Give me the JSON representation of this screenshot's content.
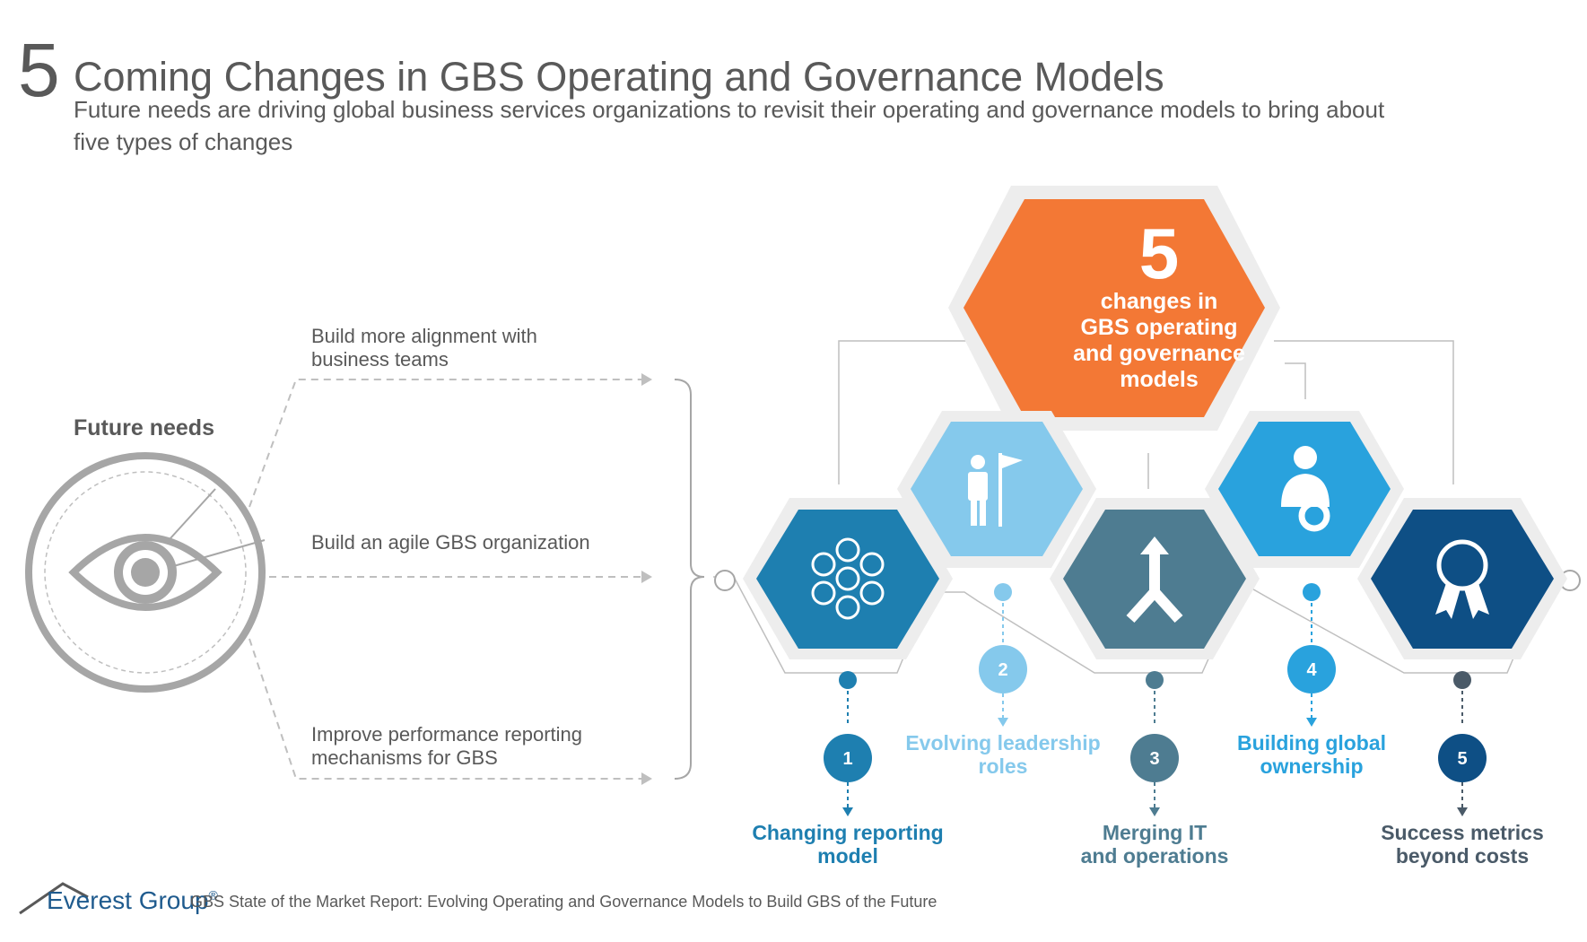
{
  "header": {
    "number": "5",
    "title": "Coming Changes in GBS Operating and Governance Models",
    "subtitle": "Future needs are driving global business services organizations to revisit their operating and governance models to bring about five types of changes"
  },
  "needs": {
    "title": "Future needs",
    "items": [
      {
        "text_line1": "Build more alignment with",
        "text_line2": "business teams"
      },
      {
        "text_line1": "Build an agile GBS organization",
        "text_line2": ""
      },
      {
        "text_line1": "Improve performance reporting",
        "text_line2": "mechanisms for GBS"
      }
    ]
  },
  "center": {
    "number": "5",
    "line1": "changes in",
    "line2": "GBS operating",
    "line3": "and governance",
    "line4": "models"
  },
  "changes": [
    {
      "number": "1",
      "label_line1": "Changing reporting",
      "label_line2": "model",
      "icon": "people-network-icon",
      "color": "#1e7fb0"
    },
    {
      "number": "2",
      "label_line1": "Evolving leadership",
      "label_line2": "roles",
      "icon": "person-flag-icon",
      "color": "#85c9ec"
    },
    {
      "number": "3",
      "label_line1": "Merging IT",
      "label_line2": "and operations",
      "icon": "merge-arrows-icon",
      "color": "#4e7c91"
    },
    {
      "number": "4",
      "label_line1": "Building global",
      "label_line2": "ownership",
      "icon": "person-gear-icon",
      "color": "#29a2dd"
    },
    {
      "number": "5",
      "label_line1": "Success metrics",
      "label_line2": "beyond costs",
      "icon": "dollar-ribbon-icon",
      "color": "#0e4f85"
    }
  ],
  "colors": {
    "center": "#f37835",
    "text": "#595959",
    "brand": "#1f5b8e"
  },
  "footer": {
    "brand": "Everest Group",
    "registered": "®",
    "report": "GBS State of the Market Report: Evolving Operating and Governance Models to Build GBS of the Future"
  }
}
